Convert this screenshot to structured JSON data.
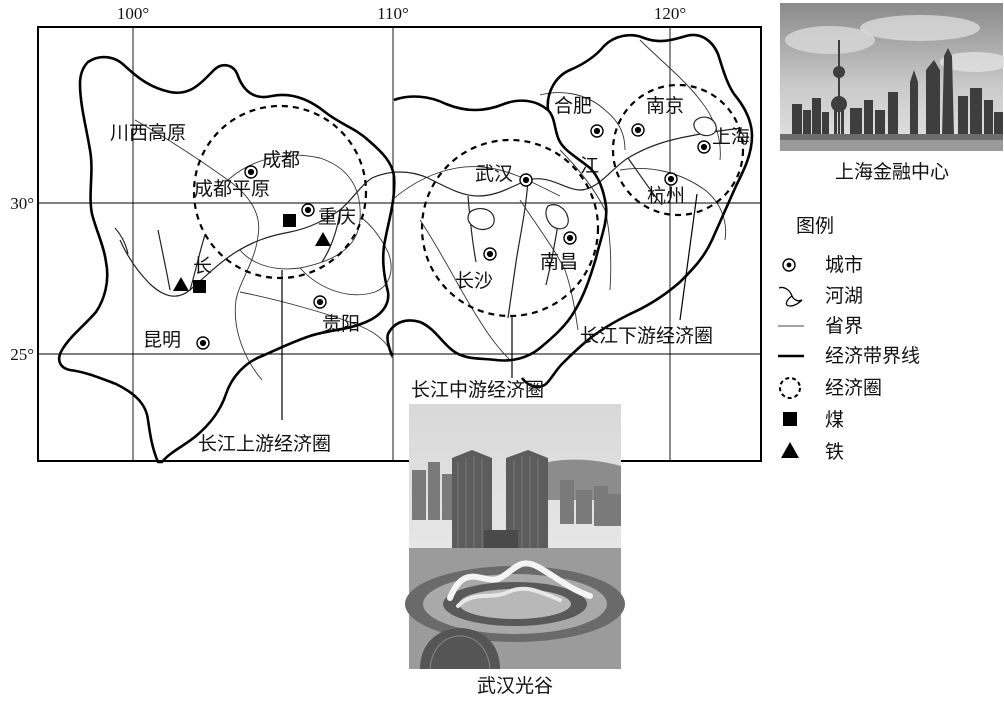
{
  "longitude_labels": [
    "100°",
    "110°",
    "120°"
  ],
  "latitude_labels": [
    "30°",
    "25°"
  ],
  "cities": [
    {
      "id": "chengdu",
      "name": "成都"
    },
    {
      "id": "chongqing",
      "name": "重庆"
    },
    {
      "id": "guiyang",
      "name": "贵阳"
    },
    {
      "id": "kunming",
      "name": "昆明"
    },
    {
      "id": "wuhan",
      "name": "武汉"
    },
    {
      "id": "changsha",
      "name": "长沙"
    },
    {
      "id": "nanchang",
      "name": "南昌"
    },
    {
      "id": "hefei",
      "name": "合肥"
    },
    {
      "id": "nanjing",
      "name": "南京"
    },
    {
      "id": "shanghai",
      "name": "上海"
    },
    {
      "id": "hangzhou",
      "name": "杭州"
    }
  ],
  "regions": {
    "chuanxi": "川西高原",
    "chengdu_plain": "成都平原",
    "river_chang": "长",
    "river_jiang": "江"
  },
  "zones": {
    "upper": "长江上游经济圈",
    "middle": "长江中游经济圈",
    "lower": "长江下游经济圈"
  },
  "legend": {
    "title": "图例",
    "items": [
      {
        "symbol": "city",
        "label": "城市"
      },
      {
        "symbol": "river",
        "label": "河湖"
      },
      {
        "symbol": "province",
        "label": "省界"
      },
      {
        "symbol": "belt",
        "label": "经济带界线"
      },
      {
        "symbol": "circle",
        "label": "经济圈"
      },
      {
        "symbol": "coal",
        "label": "煤"
      },
      {
        "symbol": "iron",
        "label": "铁"
      }
    ]
  },
  "photos": {
    "shanghai": {
      "caption": "上海金融中心",
      "scene": "skyline"
    },
    "wuhan": {
      "caption": "武汉光谷",
      "scene": "plaza"
    }
  }
}
